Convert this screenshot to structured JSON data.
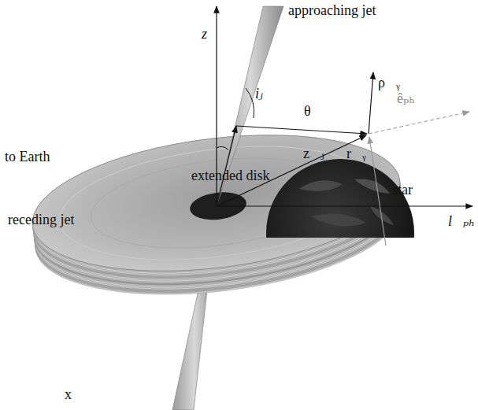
{
  "diagram": {
    "labels": [
      "approaching jet",
      "z",
      "iⱼ",
      "θ",
      "ρ⃗ᵧ",
      "êₚₕ",
      "to Earth",
      "extended disk",
      "z⃗ⱼ",
      "r⃗ᵧ",
      "star",
      "l⃗ₚₕ",
      "x",
      "receding jet"
    ]
  }
}
